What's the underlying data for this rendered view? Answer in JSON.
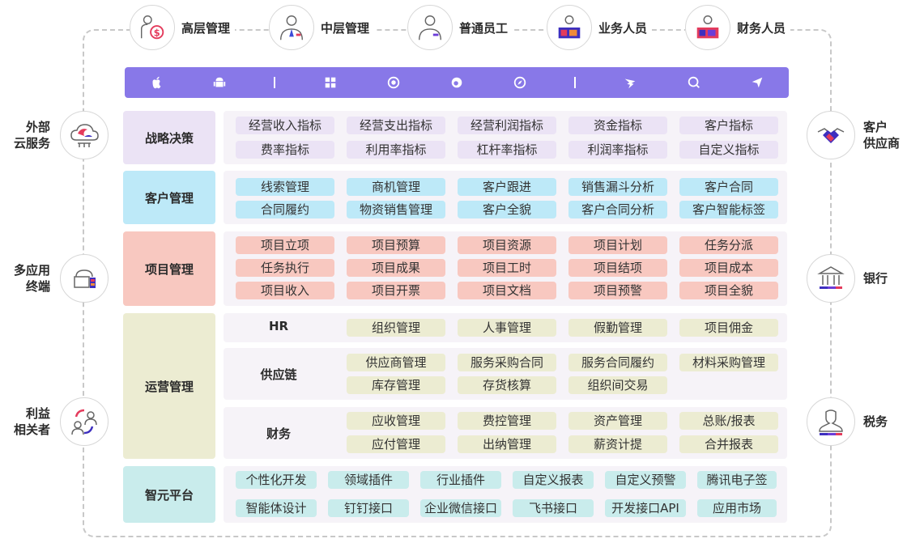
{
  "roles": [
    {
      "label": "高层管理",
      "icon": "dollar-manager-icon"
    },
    {
      "label": "中层管理",
      "icon": "tie-manager-icon"
    },
    {
      "label": "普通员工",
      "icon": "employee-icon"
    },
    {
      "label": "业务人员",
      "icon": "laptop-person-icon"
    },
    {
      "label": "财务人员",
      "icon": "finance-person-icon"
    }
  ],
  "left_items": [
    {
      "label": "外部\n云服务",
      "icon": "cloud-service-icon"
    },
    {
      "label": "多应用\n终端",
      "icon": "multi-device-icon"
    },
    {
      "label": "利益\n相关者",
      "icon": "stakeholder-icon"
    }
  ],
  "right_items": [
    {
      "label": "客户\n供应商",
      "icon": "handshake-icon"
    },
    {
      "label": "银行",
      "icon": "bank-icon"
    },
    {
      "label": "税务",
      "icon": "tax-icon"
    }
  ],
  "toolbar_icons": [
    "apple-icon",
    "android-icon",
    "separator",
    "windows-icon",
    "chrome-icon",
    "firefox-icon",
    "safari-icon",
    "separator",
    "dingtalk-icon",
    "wechat-work-icon",
    "feishu-icon"
  ],
  "categories": {
    "strategy": {
      "label": "战略决策",
      "items": [
        "经营收入指标",
        "经营支出指标",
        "经营利润指标",
        "资金指标",
        "客户指标",
        "费率指标",
        "利用率指标",
        "杠杆率指标",
        "利润率指标",
        "自定义指标"
      ]
    },
    "customer": {
      "label": "客户管理",
      "items": [
        "线索管理",
        "商机管理",
        "客户跟进",
        "销售漏斗分析",
        "客户合同",
        "合同履约",
        "物资销售管理",
        "客户全貌",
        "客户合同分析",
        "客户智能标签"
      ]
    },
    "project": {
      "label": "项目管理",
      "items": [
        "项目立项",
        "项目预算",
        "项目资源",
        "项目计划",
        "任务分派",
        "任务执行",
        "项目成果",
        "项目工时",
        "项目结项",
        "项目成本",
        "项目收入",
        "项目开票",
        "项目文档",
        "项目预警",
        "项目全貌"
      ]
    },
    "operations": {
      "label": "运营管理",
      "hr": {
        "label": "HR",
        "items": [
          "组织管理",
          "人事管理",
          "假勤管理",
          "项目佣金"
        ]
      },
      "supply": {
        "label": "供应链",
        "items": [
          "供应商管理",
          "服务采购合同",
          "服务合同履约",
          "材料采购管理",
          "库存管理",
          "存货核算",
          "组织间交易"
        ]
      },
      "finance": {
        "label": "财务",
        "items": [
          "应收管理",
          "费控管理",
          "资产管理",
          "总账/报表",
          "应付管理",
          "出纳管理",
          "薪资计提",
          "合并报表"
        ]
      }
    },
    "platform": {
      "label": "智元平台",
      "items": [
        "个性化开发",
        "领域插件",
        "行业插件",
        "自定义报表",
        "自定义预警",
        "腾讯电子签",
        "智能体设计",
        "钉钉接口",
        "企业微信接口",
        "飞书接口",
        "开发接口API",
        "应用市场"
      ]
    }
  },
  "colors": {
    "toolbar": "#8878e8",
    "strategy": "#ebe3f5",
    "customer": "#bde9f8",
    "project": "#f8c8c0",
    "operations": "#ececd2",
    "platform": "#c9ecec"
  }
}
